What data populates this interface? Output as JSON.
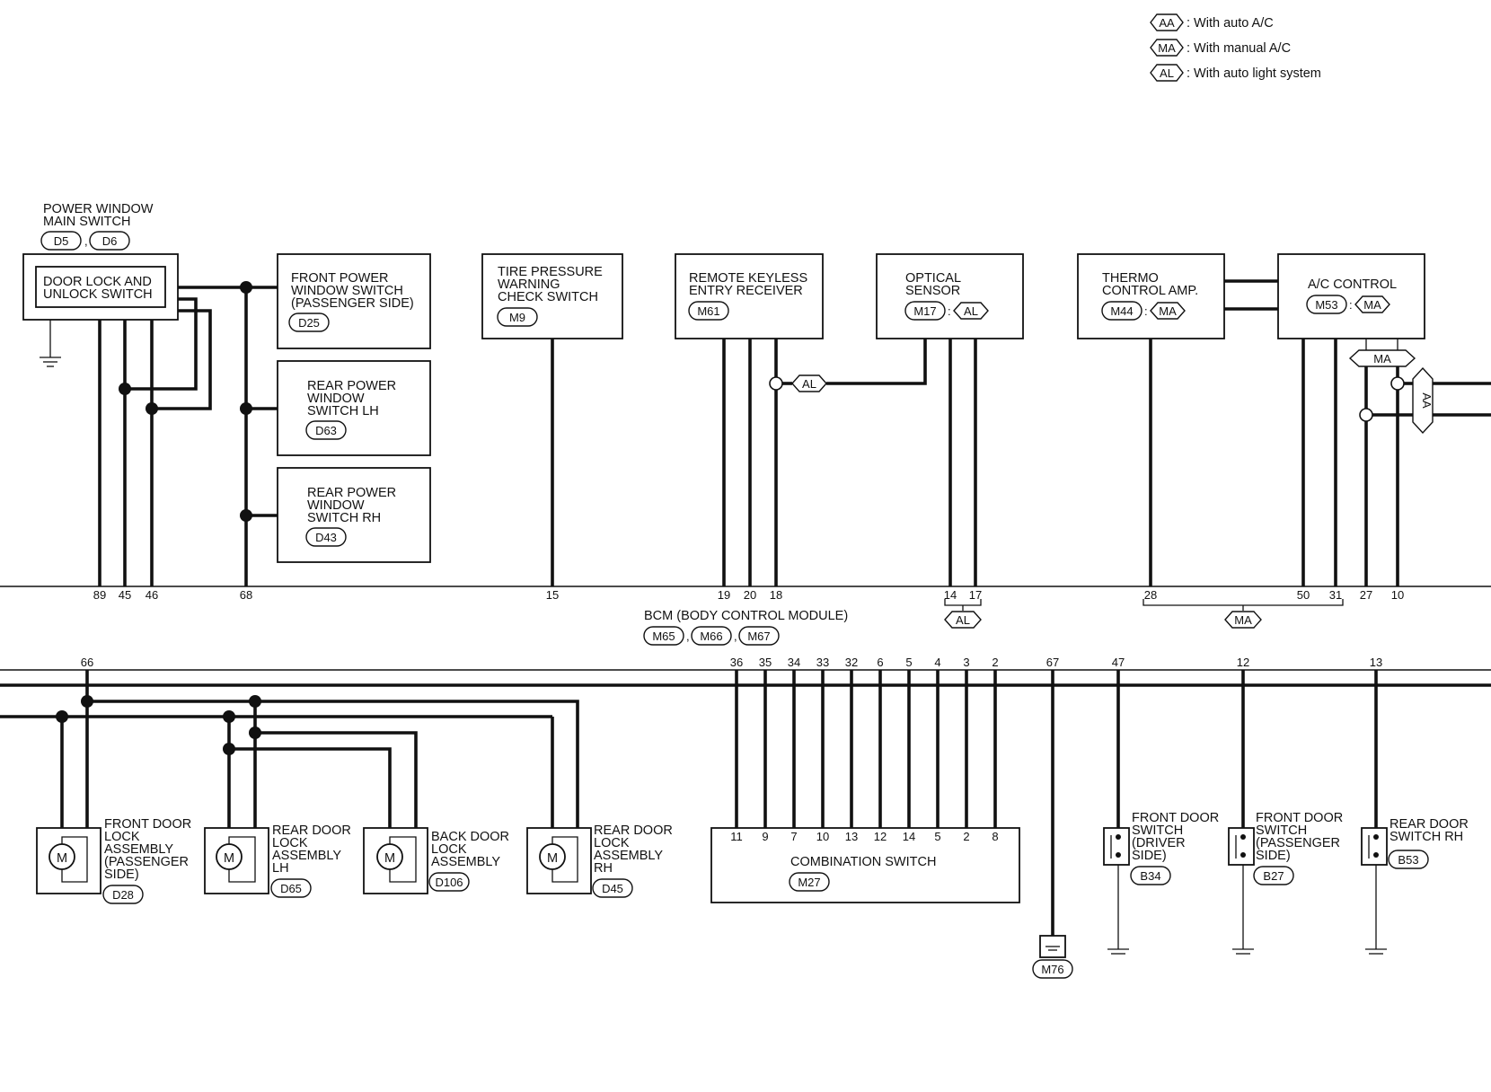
{
  "legend": [
    {
      "code": "AA",
      "text": ": With auto A/C"
    },
    {
      "code": "MA",
      "text": ": With manual A/C"
    },
    {
      "code": "AL",
      "text": ": With auto light system"
    }
  ],
  "power_window_main_switch": {
    "title_line1": "POWER WINDOW",
    "title_line2": "MAIN SWITCH",
    "conn1": "D5",
    "conn_sep": ",",
    "conn2": "D6",
    "inner_line1": "DOOR LOCK AND",
    "inner_line2": "UNLOCK SWITCH"
  },
  "front_pw_switch": {
    "line1": "FRONT POWER",
    "line2": "WINDOW SWITCH",
    "line3": "(PASSENGER SIDE)",
    "conn": "D25"
  },
  "rear_pw_lh": {
    "line1": "REAR POWER",
    "line2": "WINDOW",
    "line3": "SWITCH LH",
    "conn": "D63"
  },
  "rear_pw_rh": {
    "line1": "REAR POWER",
    "line2": "WINDOW",
    "line3": "SWITCH RH",
    "conn": "D43"
  },
  "tire_pressure": {
    "line1": "TIRE PRESSURE",
    "line2": "WARNING",
    "line3": "CHECK SWITCH",
    "conn": "M9"
  },
  "remote_keyless": {
    "line1": "REMOTE KEYLESS",
    "line2": "ENTRY RECEIVER",
    "conn": "M61",
    "option": "AL"
  },
  "optical_sensor": {
    "line1": "OPTICAL",
    "line2": "SENSOR",
    "conn": "M17",
    "colon": ":",
    "option": "AL"
  },
  "thermo_amp": {
    "line1": "THERMO",
    "line2": "CONTROL AMP.",
    "conn": "M44",
    "colon": ":",
    "option": "MA"
  },
  "ac_control": {
    "line1": "A/C CONTROL",
    "conn": "M53",
    "colon": ":",
    "option": "MA",
    "opt_ma": "MA",
    "opt_aa": "AA"
  },
  "bcm": {
    "title": "BCM (BODY CONTROL MODULE)",
    "conns": [
      "M65",
      "M66",
      "M67"
    ],
    "sep": ",",
    "top_pins": [
      "89",
      "45",
      "46",
      "68",
      "15",
      "19",
      "20",
      "18",
      "14",
      "17",
      "28",
      "50",
      "31",
      "27",
      "10"
    ],
    "al_note": "AL",
    "ma_note": "MA",
    "bottom_pins": [
      "66",
      "36",
      "35",
      "34",
      "33",
      "32",
      "6",
      "5",
      "4",
      "3",
      "2",
      "67",
      "47",
      "12",
      "13"
    ]
  },
  "door_locks": [
    {
      "line1": "FRONT DOOR",
      "line2": "LOCK",
      "line3": "ASSEMBLY",
      "line4": "(PASSENGER",
      "line5": "SIDE)",
      "conn": "D28",
      "motor": "M"
    },
    {
      "line1": "REAR DOOR",
      "line2": "LOCK",
      "line3": "ASSEMBLY",
      "line4": "LH",
      "conn": "D65",
      "motor": "M"
    },
    {
      "line1": "BACK DOOR",
      "line2": "LOCK",
      "line3": "ASSEMBLY",
      "conn": "D106",
      "motor": "M"
    },
    {
      "line1": "REAR DOOR",
      "line2": "LOCK",
      "line3": "ASSEMBLY",
      "line4": "RH",
      "conn": "D45",
      "motor": "M"
    }
  ],
  "combination_switch": {
    "title": "COMBINATION SWITCH",
    "conn": "M27",
    "pins": [
      "11",
      "9",
      "7",
      "10",
      "13",
      "12",
      "14",
      "5",
      "2",
      "8"
    ]
  },
  "ground": {
    "conn": "M76"
  },
  "door_switches": [
    {
      "line1": "FRONT DOOR",
      "line2": "SWITCH",
      "line3": "(DRIVER",
      "line4": "SIDE)",
      "conn": "B34"
    },
    {
      "line1": "FRONT DOOR",
      "line2": "SWITCH",
      "line3": "(PASSENGER",
      "line4": "SIDE)",
      "conn": "B27"
    },
    {
      "line1": "REAR DOOR",
      "line2": "SWITCH RH",
      "conn": "B53"
    }
  ]
}
